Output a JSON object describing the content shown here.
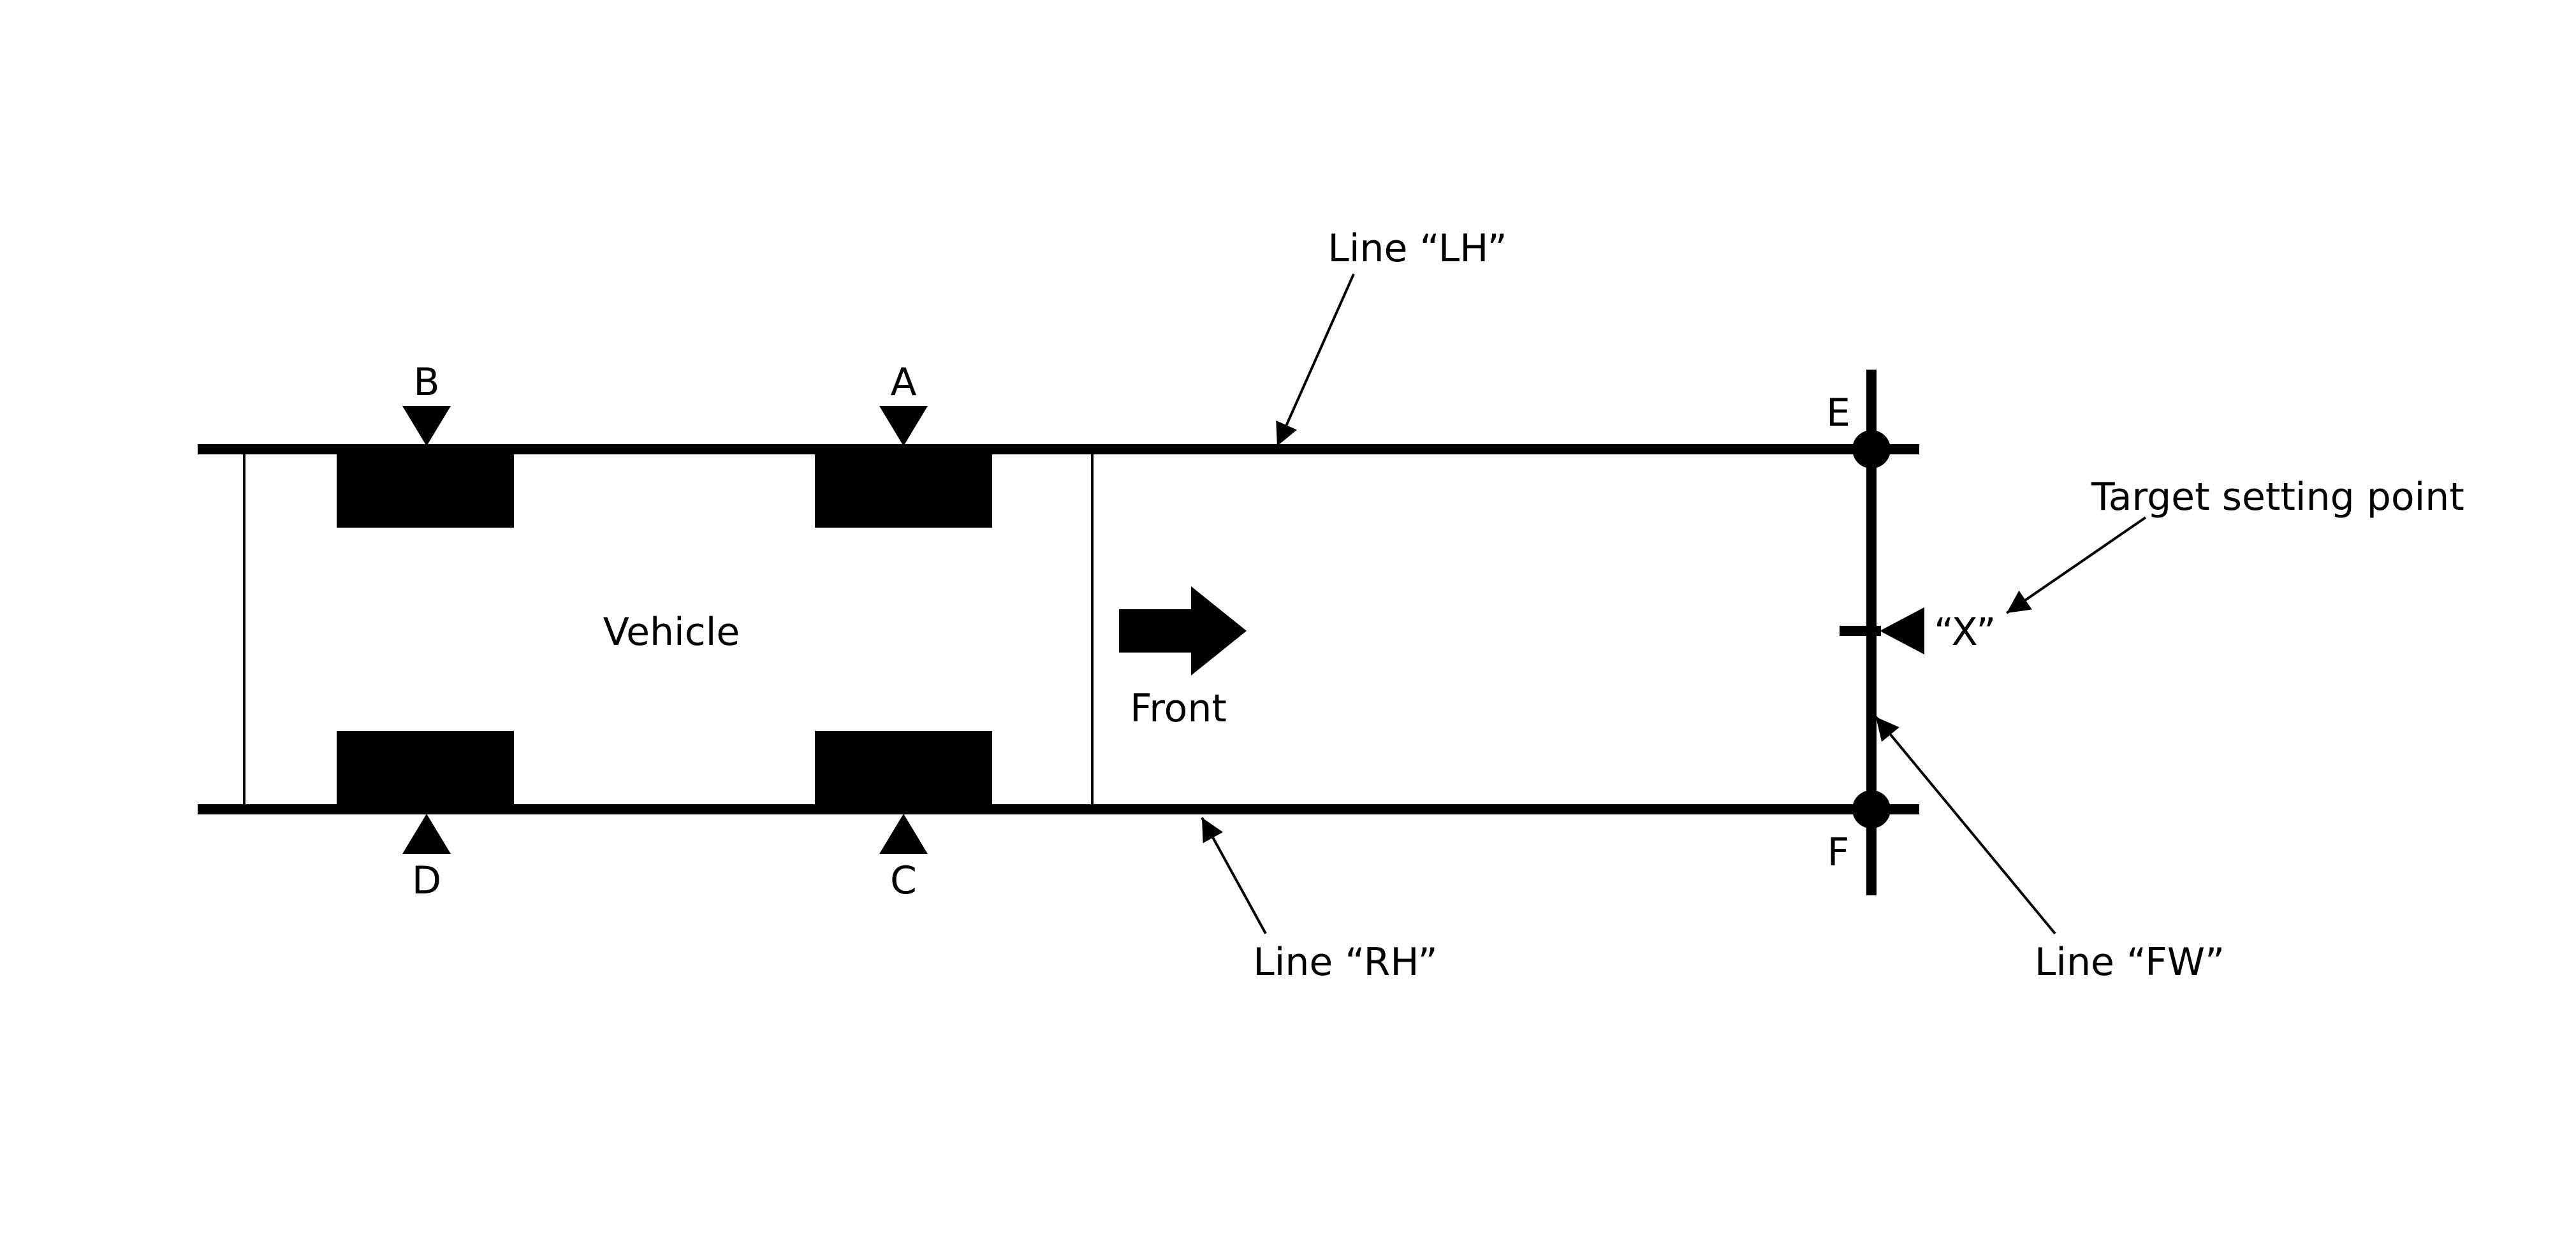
{
  "labels": {
    "line_lh": "Line “LH”",
    "line_rh": "Line “RH”",
    "line_fw": "Line “FW”",
    "target_setting_point": "Target setting point",
    "x_point": "“X”",
    "vehicle": "Vehicle",
    "front": "Front",
    "point_a": "A",
    "point_b": "B",
    "point_c": "C",
    "point_d": "D",
    "point_e": "E",
    "point_f": "F"
  },
  "colors": {
    "ink": "#000000",
    "background": "#ffffff"
  }
}
